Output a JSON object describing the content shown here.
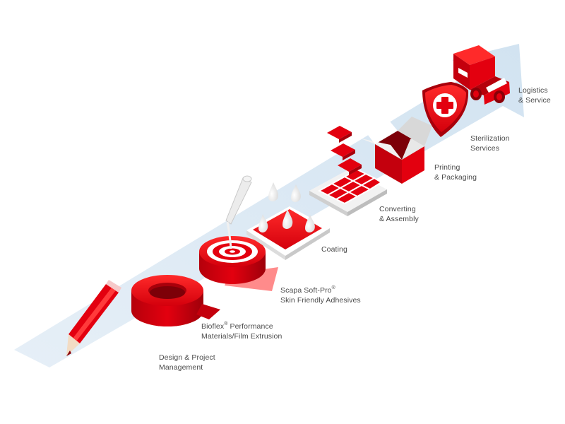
{
  "steps": [
    {
      "id": "design",
      "lines": [
        "Design & Project",
        "Management"
      ],
      "icon": "pencil-icon"
    },
    {
      "id": "bioflex",
      "lines": [
        "Bioflex",
        "Performance",
        "Materials/Film Extrusion"
      ],
      "mark": "®",
      "icon": "tape-roll-icon"
    },
    {
      "id": "softpro",
      "lines": [
        "Scapa Soft-Pro",
        "Skin Friendly Adhesives"
      ],
      "mark": "®",
      "icon": "adhesive-roll-icon"
    },
    {
      "id": "coating",
      "lines": [
        "Coating"
      ],
      "icon": "droplets-icon"
    },
    {
      "id": "converting",
      "lines": [
        "Converting",
        "& Assembly"
      ],
      "icon": "pads-icon"
    },
    {
      "id": "printing",
      "lines": [
        "Printing",
        "& Packaging"
      ],
      "icon": "box-icon"
    },
    {
      "id": "sterilization",
      "lines": [
        "Sterilization",
        "Services"
      ],
      "icon": "shield-cross-icon"
    },
    {
      "id": "logistics",
      "lines": [
        "Logistics",
        "& Service"
      ],
      "icon": "truck-icon"
    }
  ],
  "colors": {
    "arrow": "#dbe8f3",
    "red": "#e3000f",
    "dark_red": "#a8000b",
    "white": "#ffffff",
    "text": "#4a4a4a"
  }
}
